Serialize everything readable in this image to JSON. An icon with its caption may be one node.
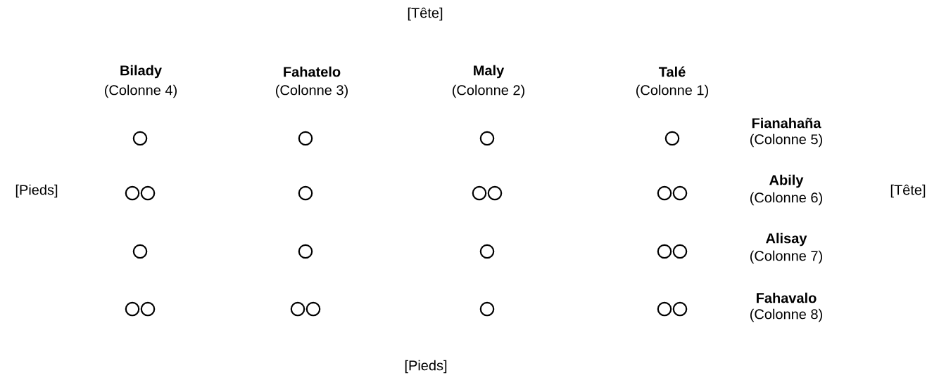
{
  "diagram": {
    "labels": [
      "[Tête]",
      "Bilady",
      "(Colonne 4)",
      "Fahatelo",
      "(Colonne 3)",
      "Maly",
      "(Colonne 2)",
      "Talé",
      "(Colonne 1)",
      "Fianahaña",
      "(Colonne 5)",
      "[Pieds]",
      "Abily",
      "[Tête]",
      "(Colonne 6)",
      "Alisay",
      "(Colonne 7)",
      "Fahavalo",
      "(Colonne 8)",
      "[Pieds]"
    ]
  }
}
